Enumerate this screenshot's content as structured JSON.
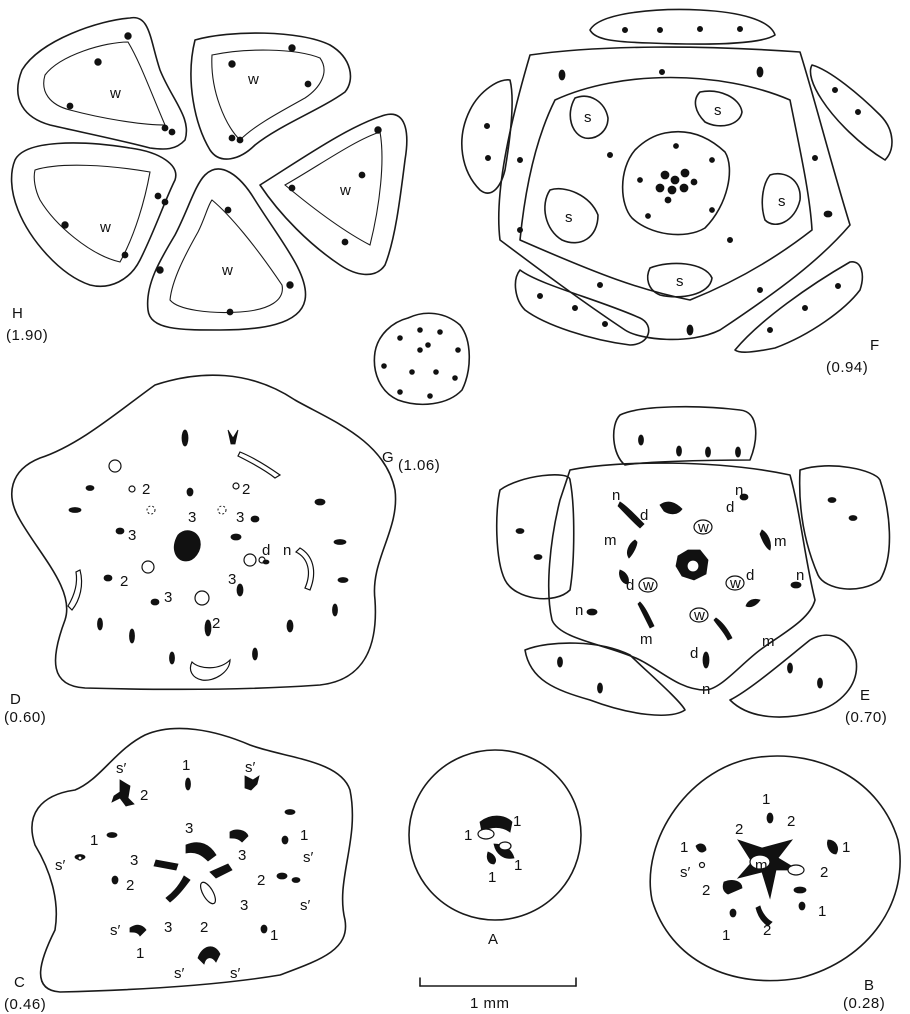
{
  "panels": {
    "A": {
      "letter": "A",
      "value": ""
    },
    "B": {
      "letter": "B",
      "value": "(0.28)"
    },
    "C": {
      "letter": "C",
      "value": "(0.46)"
    },
    "D": {
      "letter": "D",
      "value": "(0.60)"
    },
    "E": {
      "letter": "E",
      "value": "(0.70)"
    },
    "F": {
      "letter": "F",
      "value": "(0.94)"
    },
    "G": {
      "letter": "",
      "value": "(1.06)"
    },
    "Gletter": {
      "letter": "G"
    },
    "H": {
      "letter": "H",
      "value": "(1.90)"
    }
  },
  "marks": {
    "one": "1",
    "two": "2",
    "three": "3",
    "s_prime": "s′",
    "m": "m",
    "d": "d",
    "n": "n",
    "w": "w",
    "s": "s"
  },
  "scale_bar": {
    "label": "1 mm"
  }
}
